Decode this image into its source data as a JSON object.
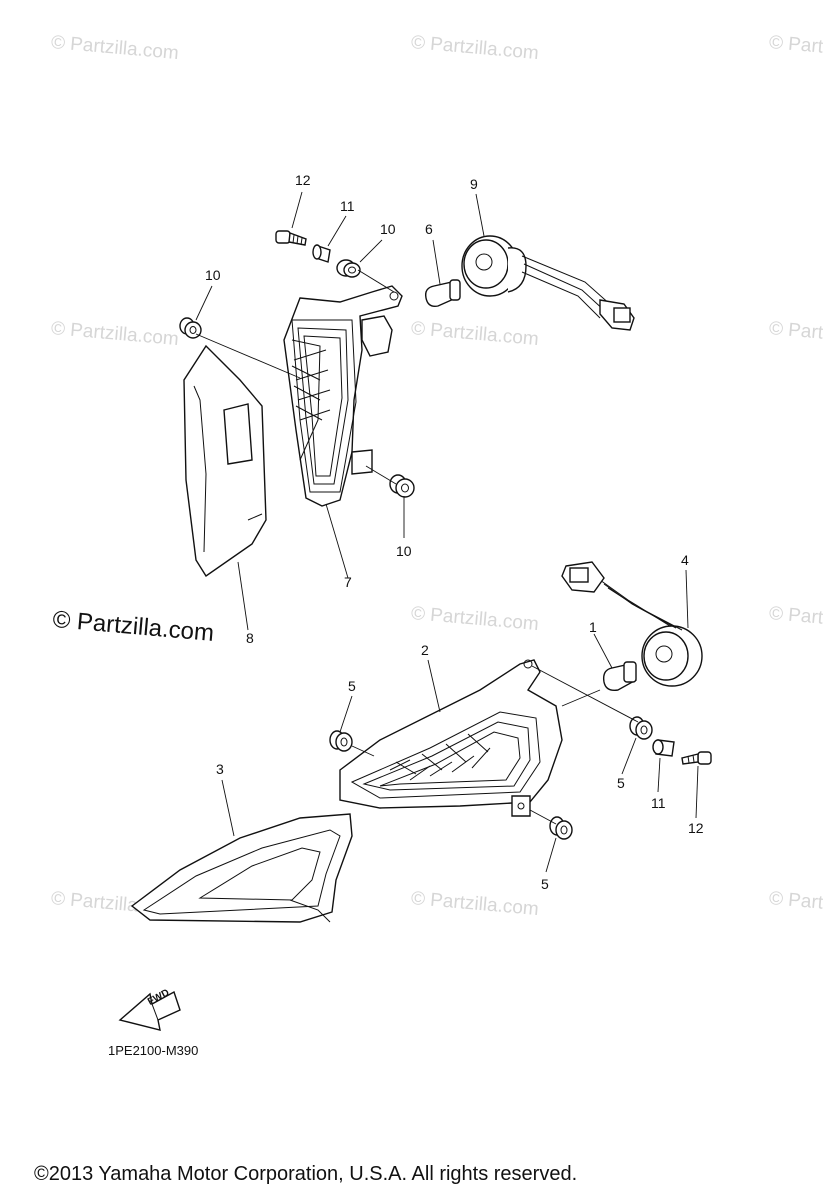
{
  "watermark": "© Partzilla.com",
  "main_watermark": "© Partzilla.com",
  "callouts": {
    "c1": "1",
    "c2": "2",
    "c3": "3",
    "c4": "4",
    "c5a": "5",
    "c5b": "5",
    "c5c": "5",
    "c6": "6",
    "c7": "7",
    "c8": "8",
    "c9": "9",
    "c10a": "10",
    "c10b": "10",
    "c10c": "10",
    "c11a": "11",
    "c11b": "11",
    "c12a": "12",
    "c12b": "12"
  },
  "fwd_label": "FWD",
  "diagram_code": "1PE2100-M390",
  "copyright": "©2013 Yamaha Motor Corporation, U.S.A. All rights reserved."
}
